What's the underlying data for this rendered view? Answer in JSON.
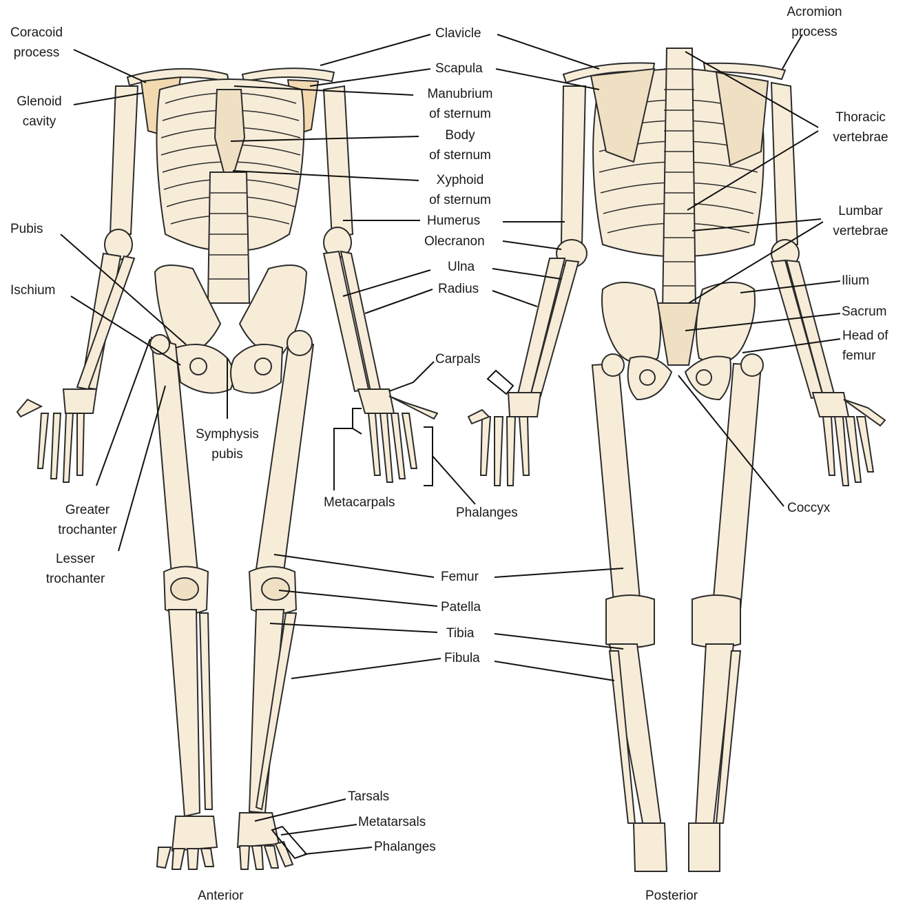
{
  "views": {
    "anterior": "Anterior",
    "posterior": "Posterior"
  },
  "labels": {
    "coracoid_1": "Coracoid",
    "coracoid_2": "process",
    "glenoid_1": "Glenoid",
    "glenoid_2": "cavity",
    "pubis": "Pubis",
    "ischium": "Ischium",
    "greater_1": "Greater",
    "greater_2": "trochanter",
    "lesser_1": "Lesser",
    "lesser_2": "trochanter",
    "symphysis_1": "Symphysis",
    "symphysis_2": "pubis",
    "clavicle": "Clavicle",
    "scapula": "Scapula",
    "manubrium_1": "Manubrium",
    "manubrium_2": "of sternum",
    "body_1": "Body",
    "body_2": "of sternum",
    "xyphoid_1": "Xyphoid",
    "xyphoid_2": "of sternum",
    "humerus": "Humerus",
    "olecranon": "Olecranon",
    "ulna": "Ulna",
    "radius": "Radius",
    "carpals": "Carpals",
    "metacarpals": "Metacarpals",
    "phalanges_hand": "Phalanges",
    "femur": "Femur",
    "patella": "Patella",
    "tibia": "Tibia",
    "fibula": "Fibula",
    "tarsals": "Tarsals",
    "metatarsals": "Metatarsals",
    "phalanges_foot": "Phalanges",
    "acromion_1": "Acromion",
    "acromion_2": "process",
    "thoracic_1": "Thoracic",
    "thoracic_2": "vertebrae",
    "lumbar_1": "Lumbar",
    "lumbar_2": "vertebrae",
    "ilium": "Ilium",
    "sacrum": "Sacrum",
    "head_femur_1": "Head of",
    "head_femur_2": "femur",
    "coccyx": "Coccyx"
  }
}
